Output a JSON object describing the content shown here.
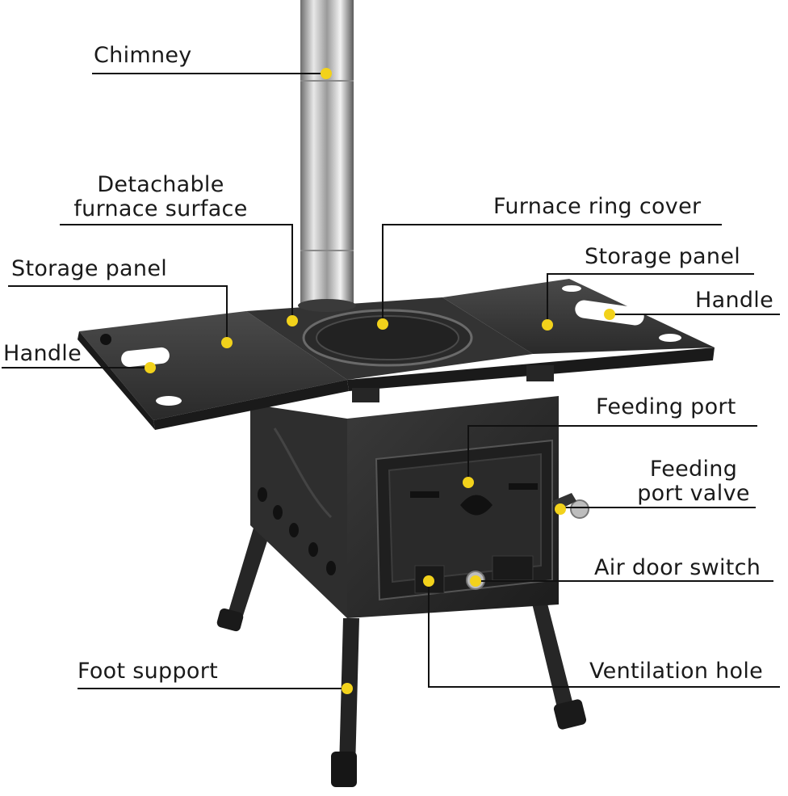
{
  "labels": {
    "chimney": "Chimney",
    "detachable_line1": "Detachable",
    "detachable_line2": "furnace surface",
    "furnace_ring_cover": "Furnace ring cover",
    "storage_panel_left": "Storage panel",
    "storage_panel_right": "Storage panel",
    "handle_left": "Handle",
    "handle_right": "Handle",
    "feeding_port": "Feeding port",
    "feeding_valve_line1": "Feeding",
    "feeding_valve_line2": "port valve",
    "air_door_switch": "Air door switch",
    "foot_support": "Foot support",
    "ventilation_hole": "Ventilation hole"
  },
  "colors": {
    "marker": "#f2d21b",
    "leader": "#111111",
    "stove_body": "#2b2b2b",
    "chimney": "#c9c9c9"
  }
}
